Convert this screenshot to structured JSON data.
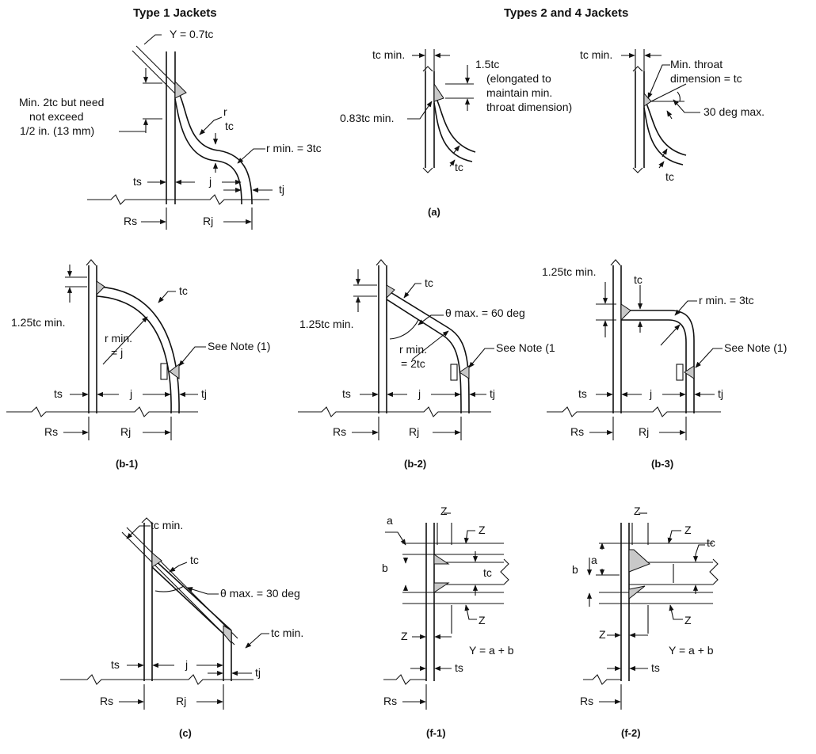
{
  "titles": {
    "type1": "Type 1 Jackets",
    "types24": "Types 2 and 4 Jackets"
  },
  "panels": {
    "type1": {
      "y_label": "Y = 0.7tc",
      "min_line1": "Min. 2tc but need",
      "min_line2": "not exceed",
      "min_line3": "1/2 in. (13 mm)",
      "r": "r",
      "tc": "tc",
      "rmin": "r min. = 3tc",
      "ts": "ts",
      "j": "j",
      "tj": "tj",
      "Rs": "Rs",
      "Rj": "Rj"
    },
    "a_left": {
      "tcmin": "tc min.",
      "t15": "1.5tc",
      "elong1": "(elongated to",
      "elong2": "maintain min.",
      "elong3": "throat dimension)",
      "t083": "0.83tc min.",
      "tc": "tc"
    },
    "a_right": {
      "tcmin": "tc min.",
      "throat1": "Min. throat",
      "throat2": "dimension = tc",
      "deg30": "30 deg max.",
      "tc": "tc"
    },
    "b1": {
      "tc": "tc",
      "t125": "1.25tc min.",
      "rmin1": "r min.",
      "rmin2": "= j",
      "note": "See Note (1)",
      "ts": "ts",
      "j": "j",
      "tj": "tj",
      "Rs": "Rs",
      "Rj": "Rj",
      "caption": "(b-1)"
    },
    "b2": {
      "tc": "tc",
      "t125": "1.25tc min.",
      "theta": "θ max. = 60 deg",
      "rmin1": "r min.",
      "rmin2": "= 2tc",
      "note": "See Note (1",
      "ts": "ts",
      "j": "j",
      "tj": "tj",
      "Rs": "Rs",
      "Rj": "Rj",
      "caption": "(b-2)"
    },
    "b3": {
      "t125": "1.25tc min.",
      "tc": "tc",
      "rmin": "r min. = 3tc",
      "note": "See Note (1)",
      "ts": "ts",
      "j": "j",
      "tj": "tj",
      "Rs": "Rs",
      "Rj": "Rj",
      "caption": "(b-3)"
    },
    "a_caption": "(a)",
    "c": {
      "tcmin_top": "tc min.",
      "tc": "tc",
      "theta": "θ max. = 30 deg",
      "tcmin_bot": "tc min.",
      "ts": "ts",
      "j": "j",
      "tj": "tj",
      "Rs": "Rs",
      "Rj": "Rj",
      "caption": "(c)"
    },
    "f1": {
      "a": "a",
      "Z_top": "Z",
      "Z_r1": "Z",
      "b": "b",
      "tc": "tc",
      "Z_r2": "Z",
      "Z_left": "Z",
      "Y": "Y = a + b",
      "ts": "ts",
      "Rs": "Rs",
      "caption": "(f-1)"
    },
    "f2": {
      "Z_top": "Z",
      "Z_r1": "Z",
      "tc": "tc",
      "a": "a",
      "b": "b",
      "Z_r2": "Z",
      "Z_left": "Z",
      "Y": "Y = a + b",
      "ts": "ts",
      "Rs": "Rs",
      "caption": "(f-2)"
    }
  }
}
